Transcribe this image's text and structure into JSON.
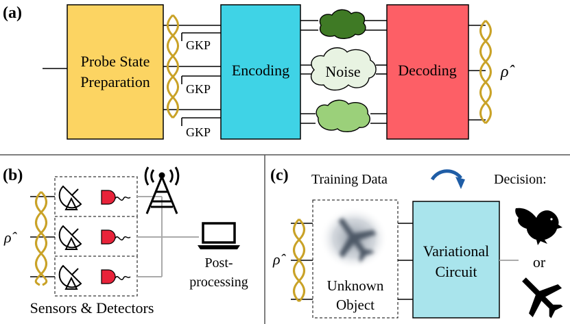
{
  "panel_a": {
    "label": "(a)",
    "probe_line1": "Probe State",
    "probe_line2": "Preparation",
    "gkp": [
      "GKP",
      "GKP",
      "GKP"
    ],
    "encoding": "Encoding",
    "noise": "Noise",
    "decoding": "Decoding",
    "rho": "ρ̂"
  },
  "panel_b": {
    "label": "(b)",
    "rho": "ρ̂",
    "post_line1": "Post-",
    "post_line2": "processing",
    "sensors_caption": "Sensors & Detectors"
  },
  "panel_c": {
    "label": "(c)",
    "rho": "ρ̂",
    "training": "Training Data",
    "decision": "Decision:",
    "unknown_line1": "Unknown",
    "unknown_line2": "Object",
    "variational_line1": "Variational",
    "variational_line2": "Circuit",
    "or": "or"
  },
  "colors": {
    "probe": "#fcd462",
    "encoding": "#3fd3e6",
    "decoding": "#fd5f66",
    "variational": "#a9e4ec",
    "noise_dark": "#3f7a25",
    "noise_light": "#e8f3e2",
    "noise_mid": "#9bd07a",
    "helix": "#c9a227"
  }
}
